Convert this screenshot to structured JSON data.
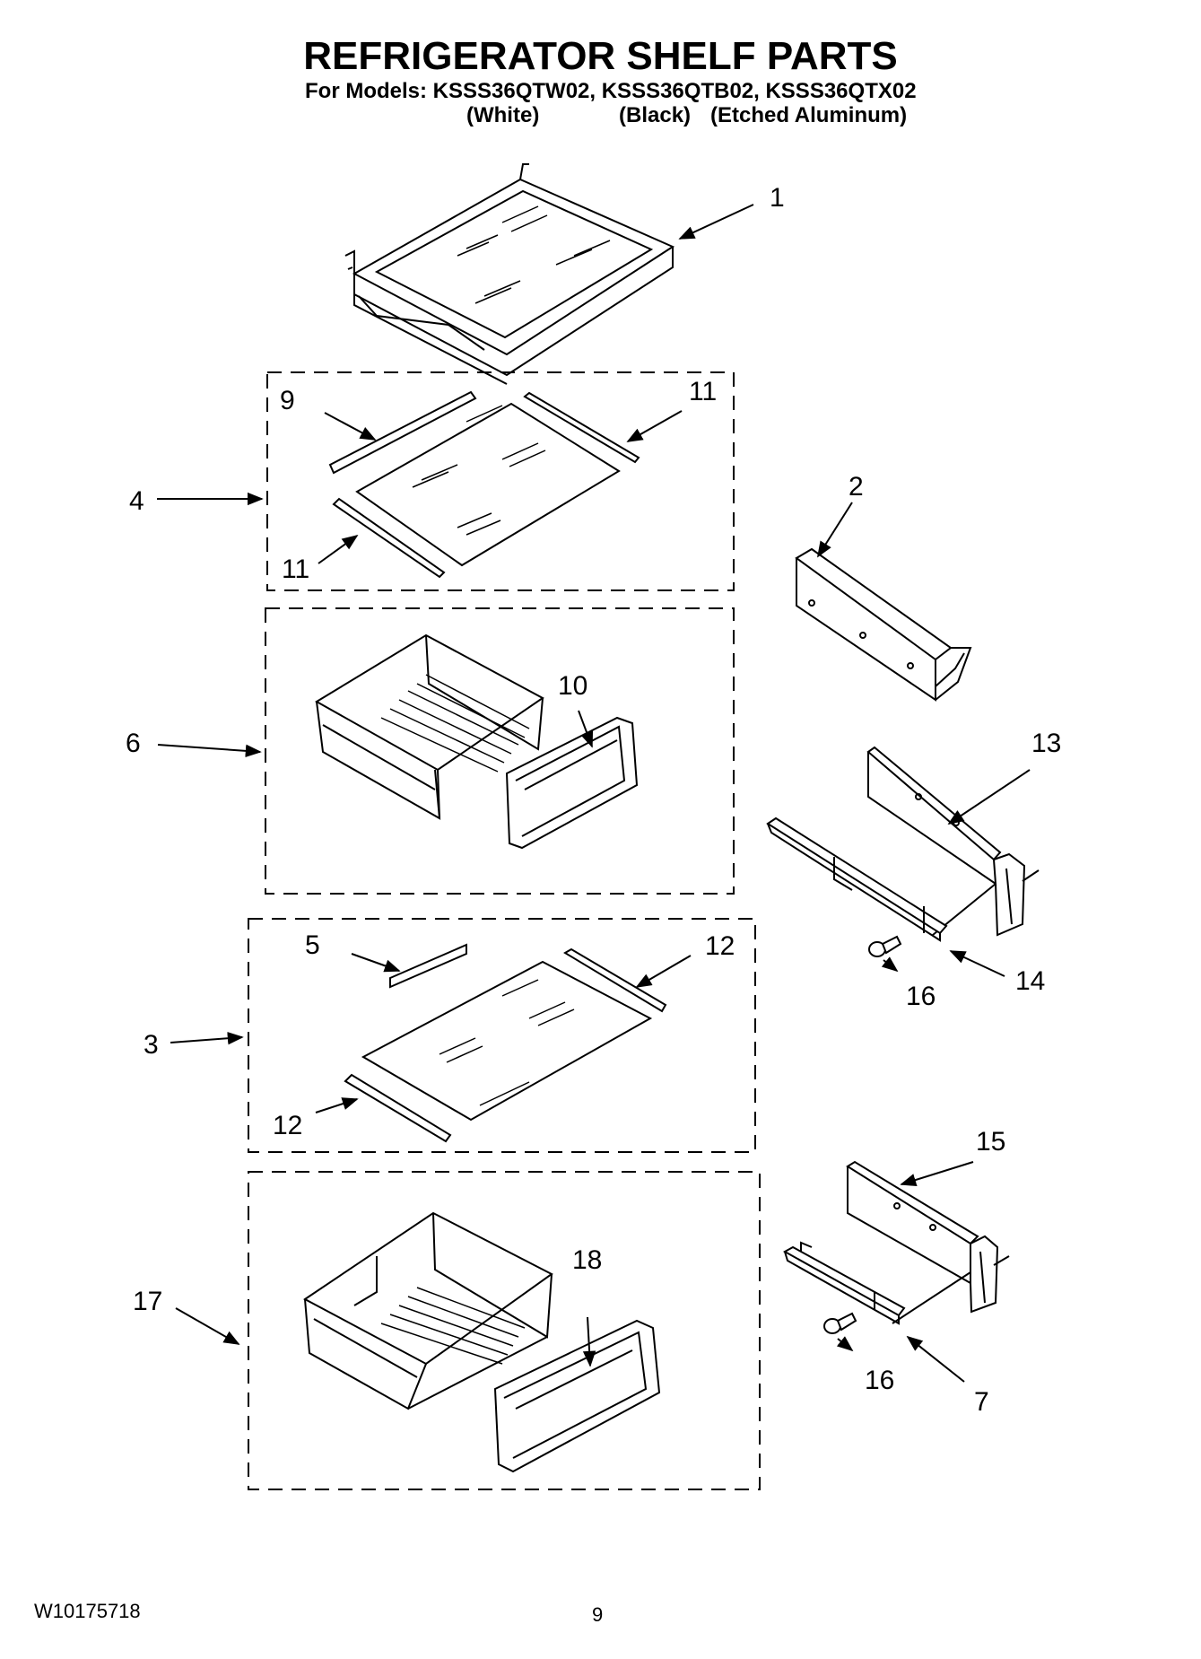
{
  "header": {
    "title": "REFRIGERATOR SHELF PARTS",
    "models_line": "For Models: KSSS36QTW02, KSSS36QTB02, KSSS36QTX02",
    "color_white": "(White)",
    "color_black": "(Black)",
    "color_aluminum": "(Etched Aluminum)"
  },
  "callouts": {
    "c1": "1",
    "c2": "2",
    "c3": "3",
    "c4": "4",
    "c5": "5",
    "c6": "6",
    "c7": "7",
    "c9": "9",
    "c10": "10",
    "c11a": "11",
    "c11b": "11",
    "c12a": "12",
    "c12b": "12",
    "c13": "13",
    "c14": "14",
    "c15": "15",
    "c16a": "16",
    "c16b": "16",
    "c17": "17",
    "c18": "18"
  },
  "footer": {
    "doc_number": "W10175718",
    "page_number": "9"
  }
}
